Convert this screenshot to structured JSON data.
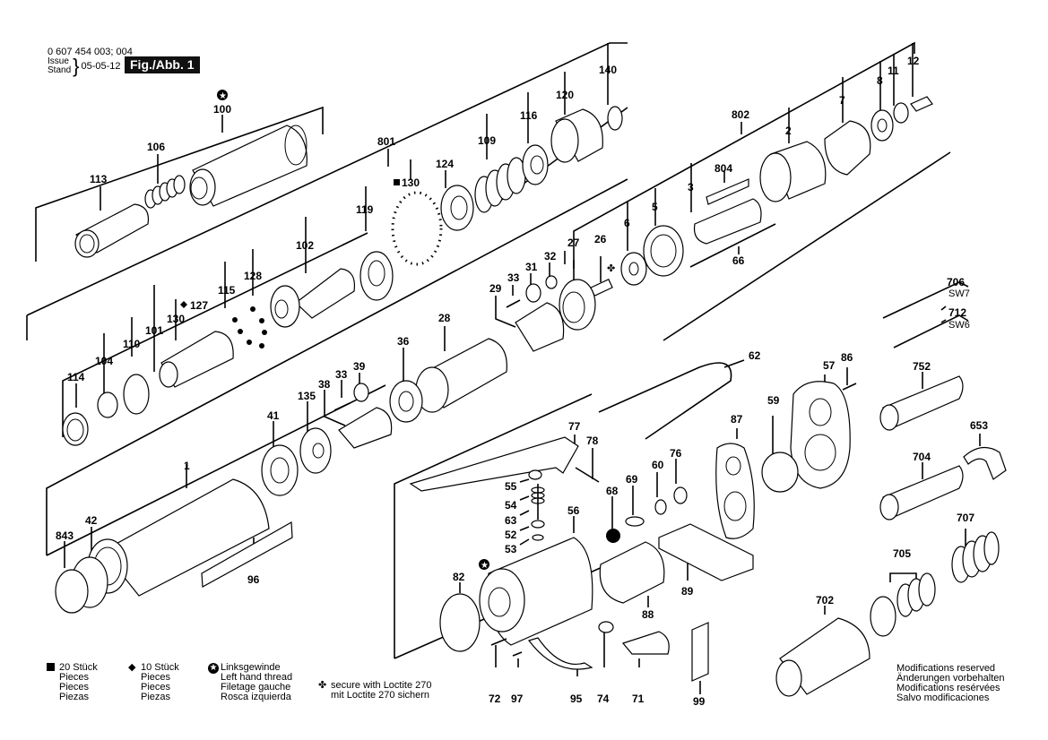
{
  "header": {
    "doc_number": "0 607 454 003; 004",
    "issue_label_1": "Issue",
    "issue_label_2": "Stand",
    "issue_date": "05-05-12",
    "figure_label": "Fig./Abb. 1"
  },
  "legend": {
    "pieces20": {
      "symbol": "black-square",
      "lines": [
        "20 Stück",
        "Pieces",
        "Pieces",
        "Piezas"
      ]
    },
    "pieces10": {
      "symbol": "black-diamond",
      "lines": [
        "10 Stück",
        "Pieces",
        "Pieces",
        "Piezas"
      ]
    },
    "left_hand_thread": {
      "symbol": "star-in-circle",
      "lines": [
        "Linksgewinde",
        "Left hand thread",
        "Filetage gauche",
        "Rosca izquierda"
      ]
    },
    "loctite": {
      "symbol": "four-leaf-clover",
      "lines": [
        "secure with Loctite 270",
        "mit Loctite 270 sichern"
      ]
    }
  },
  "modifications": [
    "Modifications reserved",
    "Änderungen vorbehalten",
    "Modifications resérvées",
    "Salvo modificaciones"
  ],
  "callouts": {
    "p100": "100",
    "p106": "106",
    "p113": "113",
    "p801": "801",
    "p130a": "130",
    "p124": "124",
    "p109": "109",
    "p116": "116",
    "p120": "120",
    "p140": "140",
    "p119": "119",
    "p102": "102",
    "p128": "128",
    "p115": "115",
    "p127": "127",
    "p130b": "130",
    "p101": "101",
    "p110": "110",
    "p104": "104",
    "p114": "114",
    "p802": "802",
    "p804": "804",
    "p2": "2",
    "p7": "7",
    "p8": "8",
    "p11": "11",
    "p12": "12",
    "p3": "3",
    "p5": "5",
    "p6": "6",
    "p66": "66",
    "p26": "26",
    "p27": "27",
    "p32": "32",
    "p31": "31",
    "p33a": "33",
    "p29": "29",
    "p28": "28",
    "p36": "36",
    "p39": "39",
    "p33b": "33",
    "p38": "38",
    "p135": "135",
    "p41": "41",
    "p1": "1",
    "p42": "42",
    "p843": "843",
    "p96": "96",
    "p706": "706",
    "sw7": "SW7",
    "p712": "712",
    "sw6": "SW6",
    "p752": "752",
    "p653": "653",
    "p704": "704",
    "p707": "707",
    "p705": "705",
    "p702": "702",
    "p62": "62",
    "p57": "57",
    "p86": "86",
    "p59": "59",
    "p87": "87",
    "p77": "77",
    "p78": "78",
    "p55": "55",
    "p54": "54",
    "p63": "63",
    "p52": "52",
    "p53": "53",
    "p56": "56",
    "p68": "68",
    "p69": "69",
    "p60": "60",
    "p76": "76",
    "p89": "89",
    "p88": "88",
    "p82": "82",
    "p72": "72",
    "p97": "97",
    "p95": "95",
    "p74": "74",
    "p71": "71",
    "p99": "99"
  }
}
